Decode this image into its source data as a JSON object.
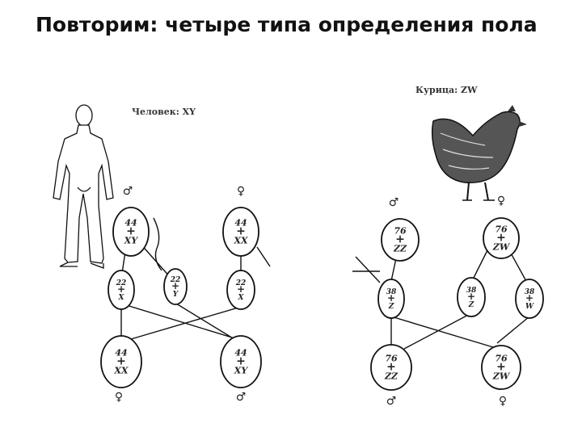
{
  "title": "Повторим: четыре типа определения пола",
  "human": {
    "header": "Человек: XY",
    "parents": [
      {
        "id": "h_m",
        "lines": [
          "44",
          "+",
          "XY"
        ],
        "sex": "♂"
      },
      {
        "id": "h_f",
        "lines": [
          "44",
          "+",
          "XX"
        ],
        "sex": "♀"
      }
    ],
    "gametes": [
      {
        "id": "h_g1",
        "lines": [
          "22",
          "+",
          "X"
        ]
      },
      {
        "id": "h_g2",
        "lines": [
          "22",
          "+",
          "Y"
        ]
      },
      {
        "id": "h_g3",
        "lines": [
          "22",
          "+",
          "X"
        ]
      }
    ],
    "offspring": [
      {
        "id": "h_o1",
        "lines": [
          "44",
          "+",
          "XX"
        ],
        "sex": "♀"
      },
      {
        "id": "h_o2",
        "lines": [
          "44",
          "+",
          "XY"
        ],
        "sex": "♂"
      }
    ]
  },
  "chicken": {
    "header": "Курица: ZW",
    "parents": [
      {
        "id": "c_m",
        "lines": [
          "76",
          "+",
          "ZZ"
        ],
        "sex": "♂"
      },
      {
        "id": "c_f",
        "lines": [
          "76",
          "+",
          "ZW"
        ],
        "sex": "♀"
      }
    ],
    "gametes": [
      {
        "id": "c_g1",
        "lines": [
          "38",
          "+",
          "Z"
        ]
      },
      {
        "id": "c_g2",
        "lines": [
          "38",
          "+",
          "Z"
        ]
      },
      {
        "id": "c_g3",
        "lines": [
          "38",
          "+",
          "W"
        ]
      }
    ],
    "offspring": [
      {
        "id": "c_o1",
        "lines": [
          "76",
          "+",
          "ZZ"
        ],
        "sex": "♂"
      },
      {
        "id": "c_o2",
        "lines": [
          "76",
          "+",
          "ZW"
        ],
        "sex": "♀"
      }
    ]
  }
}
